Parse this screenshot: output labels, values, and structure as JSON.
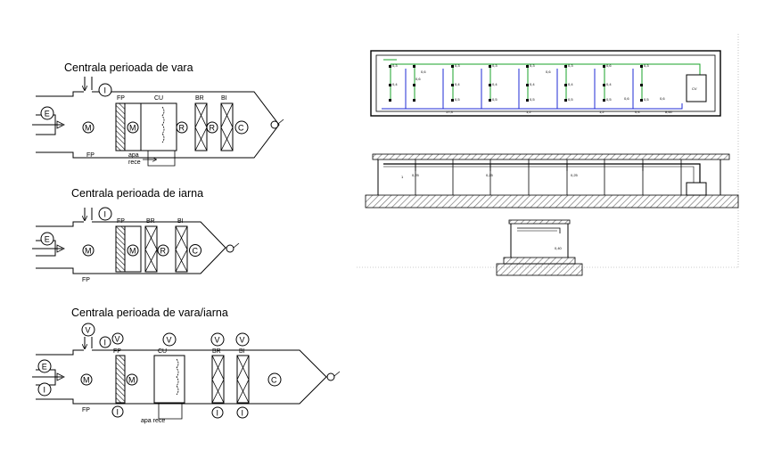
{
  "colors": {
    "accent_green": "#1aa32a",
    "accent_blue": "#1f2bd6",
    "hatch": "#7a7a7a"
  },
  "units": [
    {
      "title": "Centrala perioada de vara",
      "section_labels": [
        "FP",
        "CU",
        "BR",
        "BI"
      ],
      "bottom_label": "FP",
      "water_label_1": "apa",
      "water_label_2": "rece",
      "symbols": {
        "E": "E",
        "M": "M",
        "R": "R",
        "C": "C",
        "I": "I"
      }
    },
    {
      "title": "Centrala perioada de iarna",
      "section_labels": [
        "FP",
        "BR",
        "BI"
      ],
      "bottom_label": "FP",
      "symbols": {
        "E": "E",
        "M": "M",
        "R": "R",
        "C": "C",
        "I": "I"
      }
    },
    {
      "title": "Centrala perioada de vara/iarna",
      "section_labels": [
        "FP",
        "CU",
        "BR",
        "BI"
      ],
      "bottom_label": "FP",
      "water_label": "apa rece",
      "symbols": {
        "E": "E",
        "I": "I",
        "M": "M",
        "C": "C",
        "V": "V"
      }
    }
  ],
  "plan": {
    "equipment_label": "CV",
    "duct_labels": [
      "0,3",
      "0,3",
      "0,3",
      "0,3",
      "0,3",
      "0,3",
      "0,4",
      "0,4",
      "0,4",
      "0,4",
      "0,4",
      "0,4",
      "0,5",
      "0,5",
      "0,5",
      "0,5",
      "0,5",
      "0,5",
      "0,6",
      "0,6",
      "0,6",
      "0,6",
      "0,6",
      "0,6"
    ],
    "dimension_labels": [
      "17,3",
      "1,2",
      "1,2",
      "0,4",
      "8,60"
    ]
  },
  "section_view": {
    "labels": [
      "0,25",
      "0,25",
      "0,25",
      "1"
    ]
  },
  "detail": {
    "label": "0,40"
  }
}
